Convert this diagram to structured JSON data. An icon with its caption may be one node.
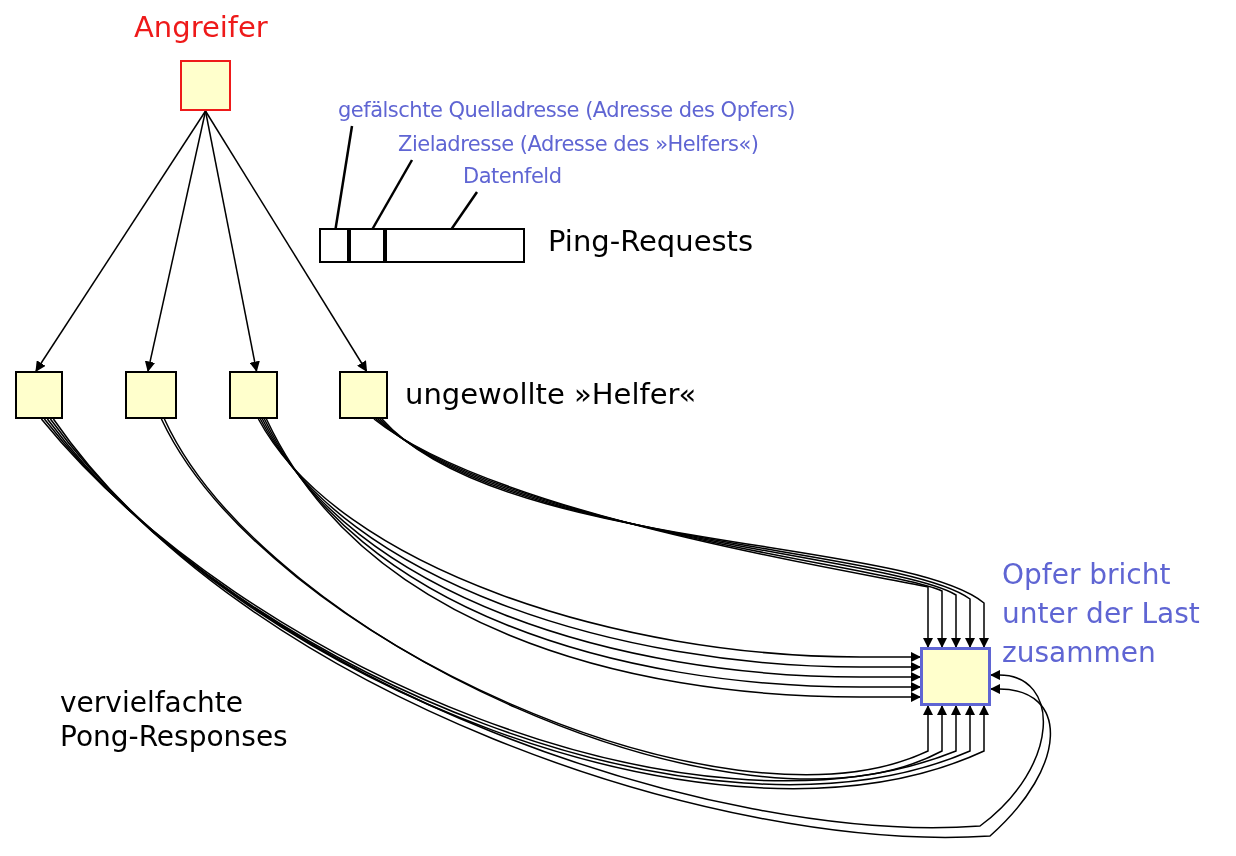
{
  "diagram": {
    "nodes": [
      {
        "text": [
          "Angreifer"
        ]
      },
      {
        "text": [
          "gefälschte Quelladresse (Adresse des Opfers)"
        ]
      },
      {
        "text": [
          "Zieladresse (Adresse des »Helfers«)"
        ]
      },
      {
        "text": [
          "Datenfeld"
        ]
      },
      {
        "text": [],
        "shape": "box",
        "beside": [
          "Ping-Requests"
        ]
      },
      {
        "text": [],
        "shape": "box",
        "in": 4
      },
      {
        "text": [],
        "shape": "box",
        "in": 4
      },
      {
        "text": [],
        "shape": "box",
        "in": 4
      },
      {
        "text": [],
        "shape": "box"
      },
      {
        "text": [],
        "shape": "box"
      },
      {
        "text": [],
        "shape": "box"
      },
      {
        "text": [],
        "shape": "box",
        "beside": [
          "ungewollte »Helfer«"
        ]
      },
      {
        "text": [
          "Opfer bricht unter der Last zusammen"
        ]
      }
    ],
    "edges": [
      {
        "from": 0,
        "to": 8,
        "arrow": "to"
      },
      {
        "from": 0,
        "to": 9,
        "arrow": "to"
      },
      {
        "from": 0,
        "to": 10,
        "arrow": "to"
      },
      {
        "from": 0,
        "to": 11,
        "arrow": "to"
      },
      {
        "from": 11,
        "to": 12,
        "arrow": "to"
      },
      {
        "from": 11,
        "to": 12,
        "arrow": "to"
      },
      {
        "from": 11,
        "to": 12,
        "arrow": "to"
      },
      {
        "from": 11,
        "to": 12,
        "arrow": "to"
      },
      {
        "from": 11,
        "to": 12,
        "arrow": "to"
      },
      {
        "from": 10,
        "to": 12,
        "arrow": "to"
      },
      {
        "from": 10,
        "to": 12,
        "arrow": "to"
      },
      {
        "from": 10,
        "to": 12,
        "arrow": "to"
      },
      {
        "from": 10,
        "to": 12,
        "arrow": "to"
      },
      {
        "from": 10,
        "to": 12,
        "arrow": "to"
      },
      {
        "from": 9,
        "to": 12,
        "arrow": "to"
      },
      {
        "from": 9,
        "to": 12,
        "arrow": "to"
      },
      {
        "from": 8,
        "to": 12,
        "arrow": "to"
      },
      {
        "from": 8,
        "to": 12,
        "arrow": "to"
      },
      {
        "from": 8,
        "to": 12,
        "arrow": "to"
      },
      {
        "from": 8,
        "to": 12,
        "arrow": "to"
      },
      {
        "from": 8,
        "to": 12,
        "arrow": "to"
      },
      {
        "from": 1,
        "to": 5,
        "arrow": "none"
      },
      {
        "from": 2,
        "to": 6,
        "arrow": "none"
      },
      {
        "from": 3,
        "to": 7,
        "arrow": "none"
      }
    ],
    "labels": [
      "vervielfachte Pong-Responses"
    ]
  }
}
